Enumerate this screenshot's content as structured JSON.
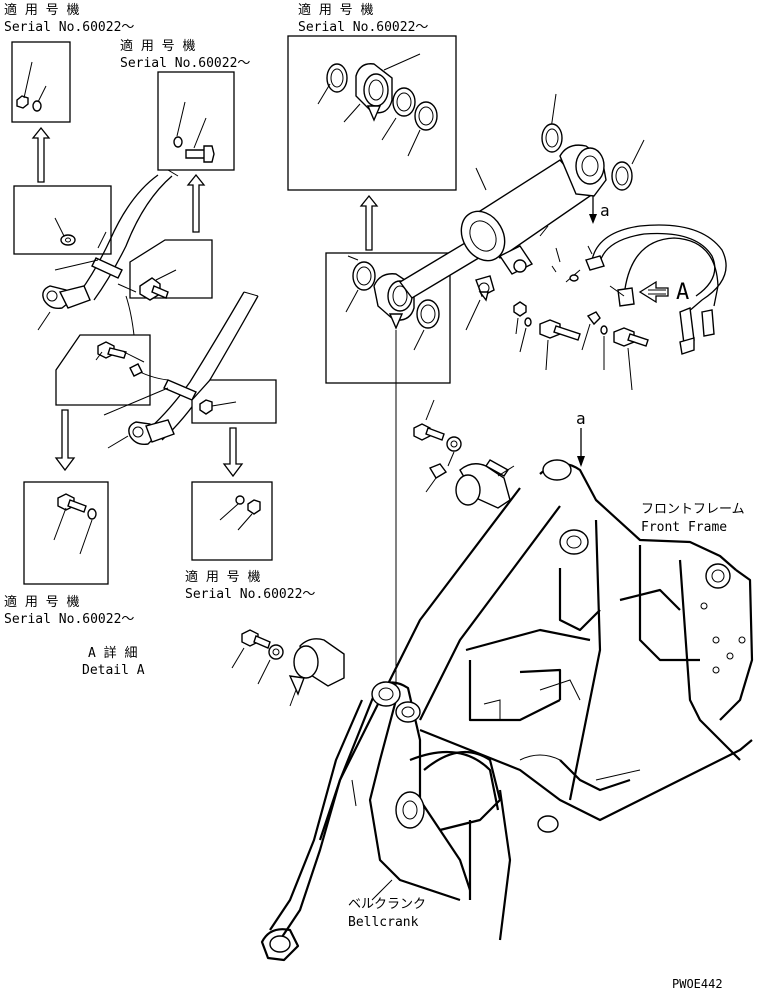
{
  "labels": {
    "serial_1_jp": "適 用 号 機",
    "serial_1_en": "Serial No.60022～",
    "serial_2_jp": "適 用 号 機",
    "serial_2_en": "Serial No.60022～",
    "serial_3_jp": "適 用 号 機",
    "serial_3_en": "Serial No.60022～",
    "serial_4_jp": "適 用 号 機",
    "serial_4_en": "Serial No.60022～",
    "serial_5_jp": "適 用 号 機",
    "serial_5_en": "Serial No.60022～",
    "detail_jp": "A 詳 細",
    "detail_en": "Detail A",
    "arrow_a_top": "a",
    "arrow_a_mid": "a",
    "view_A": "A",
    "front_frame_jp": "フロントフレーム",
    "front_frame_en": "Front Frame",
    "bellcrank_jp": "ベルクランク",
    "bellcrank_en": "Bellcrank",
    "drawing_code": "PWOE442"
  }
}
